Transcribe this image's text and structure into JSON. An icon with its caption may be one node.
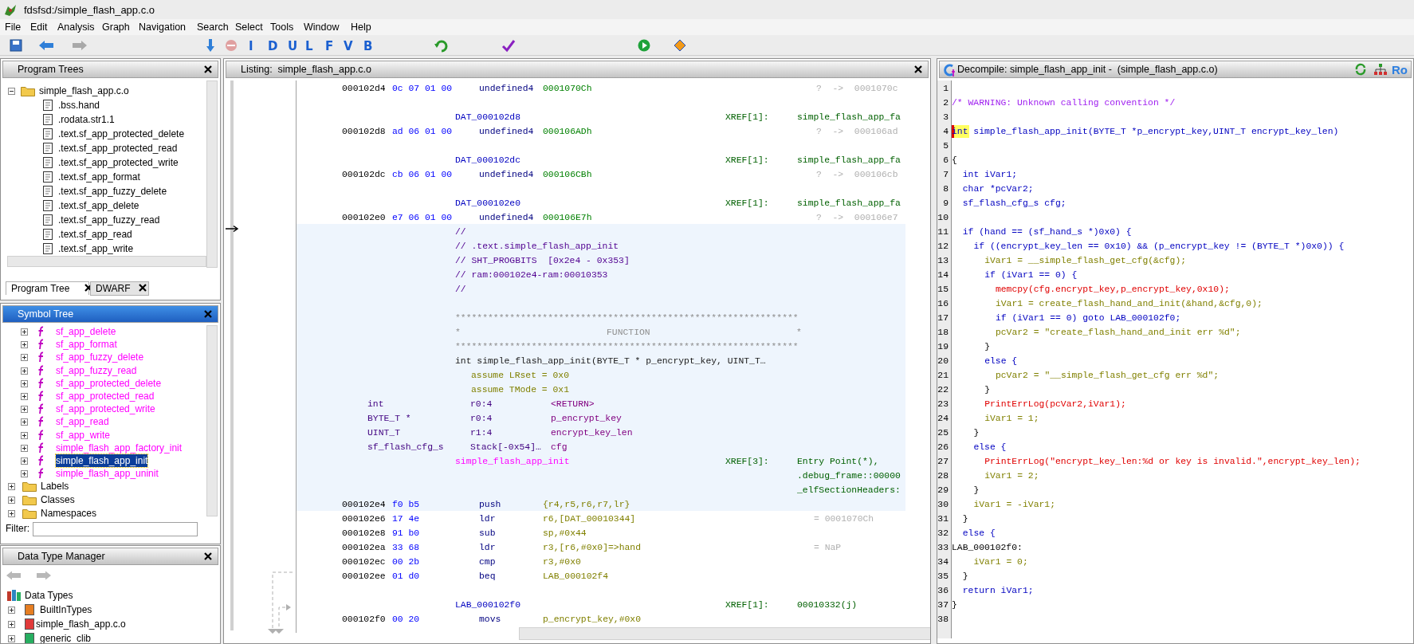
{
  "diagram": {
    "nodes": [
      {
        "text": [
          "Program Trees",
          "simple_flash_app.c.o",
          ".bss.hand",
          ".rodata.str1.1",
          ".text.sf_app_protected_delete",
          ".text.sf_app_protected_read",
          ".text.sf_app_protected_write",
          ".text.sf_app_format",
          ".text.sf_app_fuzzy_delete",
          ".text.sf_app_delete",
          ".text.sf_app_fuzzy_read",
          ".text.sf_app_read",
          ".text.sf_app_write",
          "Program Tree",
          "DWARF"
        ]
      },
      {
        "text": [
          "Symbol Tree",
          "sf_app_delete",
          "sf_app_format",
          "sf_app_fuzzy_delete",
          "sf_app_fuzzy_read",
          "sf_app_protected_delete",
          "sf_app_protected_read",
          "sf_app_protected_write",
          "sf_app_read",
          "sf_app_write",
          "simple_flash_app_factory_init",
          "simple_flash_app_init",
          "simple_flash_app_uninit",
          "Labels",
          "Classes",
          "Namespaces",
          "Filter:"
        ]
      },
      {
        "text": [
          "Data Type Manager",
          "Data Types",
          "BuiltInTypes",
          "simple_flash_app.c.o",
          "generic_clib"
        ]
      },
      {
        "text": [
          "Listing:  simple_flash_app.c.o",
          "000102d4",
          "0c 07 01 00",
          "undefined4",
          "0001070Ch",
          "?  ->  0001070c",
          "DAT_000102d8",
          "XREF[1]:",
          "simple_flash_app_fa",
          "000102d8",
          "ad 06 01 00",
          "undefined4",
          "000106ADh",
          "?  ->  000106ad",
          "DAT_000102dc",
          "XREF[1]:",
          "simple_flash_app_fa",
          "000102dc",
          "cb 06 01 00",
          "undefined4",
          "000106CBh",
          "?  ->  000106cb",
          "DAT_000102e0",
          "XREF[1]:",
          "simple_flash_app_fa",
          "000102e0",
          "e7 06 01 00",
          "undefined4",
          "000106E7h",
          "?  ->  000106e7",
          "//",
          "// .text.simple_flash_app_init",
          "// SHT_PROGBITS  [0x2e4 - 0x353]",
          "// ram:000102e4-ram:00010353",
          "//",
          "***************************************************************",
          "*",
          "FUNCTION",
          "*",
          "***************************************************************",
          "int simple_flash_app_init(BYTE_T * p_encrypt_key, UINT_T…",
          "assume LRset = 0x0",
          "assume TMode = 0x1",
          "int",
          "r0:4",
          "<RETURN>",
          "BYTE_T *",
          "r0:4",
          "p_encrypt_key",
          "UINT_T",
          "r1:4",
          "encrypt_key_len",
          "sf_flash_cfg_s",
          "Stack[-0x54]…",
          "cfg",
          "simple_flash_app_init",
          "XREF[3]:",
          "Entry Point(*),",
          ".debug_frame::00000",
          "_elfSectionHeaders:",
          "000102e4",
          "f0 b5",
          "push",
          "{r4,r5,r6,r7,lr}",
          "000102e6",
          "17 4e",
          "ldr",
          "r6,[DAT_00010344]",
          "= 0001070Ch",
          "000102e8",
          "91 b0",
          "sub",
          "sp,#0x44",
          "000102ea",
          "33 68",
          "ldr",
          "r3,[r6,#0x0]=>hand",
          "= NaP",
          "000102ec",
          "00 2b",
          "cmp",
          "r3,#0x0",
          "000102ee",
          "01 d0",
          "beq",
          "LAB_000102f4",
          "LAB_000102f0",
          "XREF[1]:",
          "00010332(j)",
          "000102f0",
          "00 20",
          "movs",
          "p_encrypt_key,#0x0"
        ]
      },
      {
        "text": [
          "Decompile: simple_flash_app_init -  (simple_flash_app.c.o)",
          "Ro",
          "1",
          "2",
          "/* WARNING: Unknown calling convention */",
          "3",
          "4",
          "int simple_flash_app_init(BYTE_T *p_encrypt_key,UINT_T encrypt_key_len)",
          "5",
          "6",
          "{",
          "7",
          "int iVar1;",
          "8",
          "char *pcVar2;",
          "9",
          "sf_flash_cfg_s cfg;",
          "10",
          "11",
          "if (hand == (sf_hand_s *)0x0) {",
          "12",
          "if ((encrypt_key_len == 0x10) && (p_encrypt_key != (BYTE_T *)0x0)) {",
          "13",
          "iVar1 = __simple_flash_get_cfg(&cfg);",
          "14",
          "if (iVar1 == 0) {",
          "15",
          "memcpy(cfg.encrypt_key,p_encrypt_key,0x10);",
          "16",
          "iVar1 = create_flash_hand_and_init(&hand,&cfg,0);",
          "17",
          "if (iVar1 == 0) goto LAB_000102f0;",
          "18",
          "pcVar2 = \"create_flash_hand_and_init err %d\";",
          "19",
          "}",
          "20",
          "else {",
          "21",
          "pcVar2 = \"__simple_flash_get_cfg err %d\";",
          "22",
          "}",
          "23",
          "PrintErrLog(pcVar2,iVar1);",
          "24",
          "iVar1 = 1;",
          "25",
          "}",
          "26",
          "else {",
          "27",
          "PrintErrLog(\"encrypt_key_len:%d or key is invalid.\",encrypt_key_len);",
          "28",
          "iVar1 = 2;",
          "29",
          "}",
          "30",
          "iVar1 = -iVar1;",
          "31",
          "}",
          "32",
          "else {",
          "33",
          "LAB_000102f0:",
          "34",
          "iVar1 = 0;",
          "35",
          "}",
          "36",
          "return iVar1;",
          "37",
          "}",
          "38"
        ]
      }
    ],
    "labels": [
      "fdsfsd:/simple_flash_app.c.o",
      "File",
      "Edit",
      "Analysis",
      "Graph",
      "Navigation",
      "Search",
      "Select",
      "Tools",
      "Window",
      "Help",
      "I",
      "D",
      "U",
      "L",
      "F",
      "V",
      "B"
    ]
  }
}
